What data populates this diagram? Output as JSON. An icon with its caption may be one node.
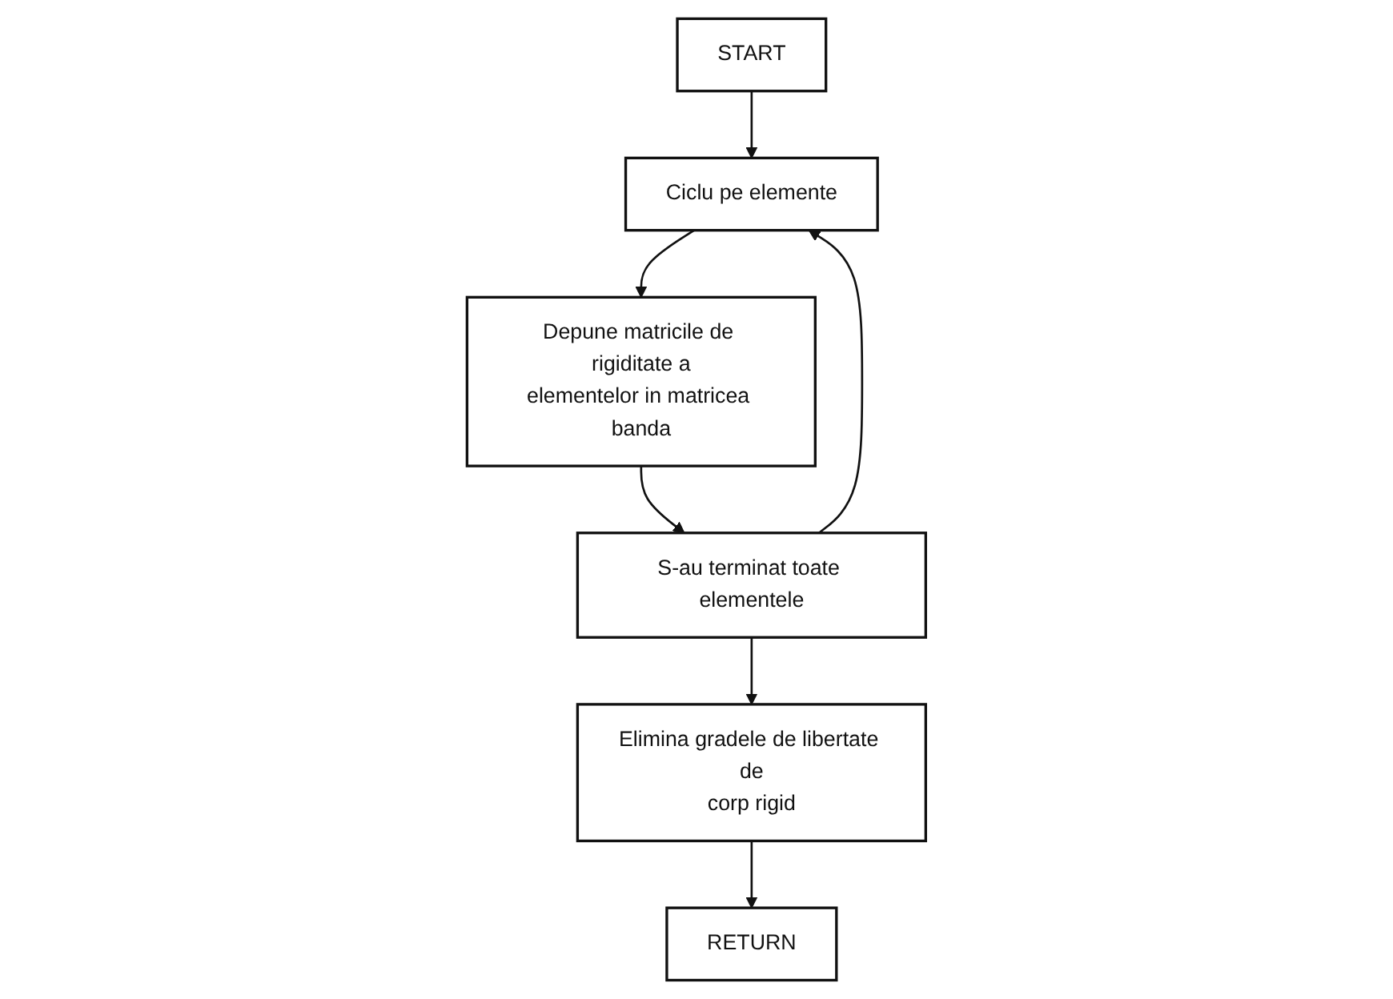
{
  "diagram": {
    "nodes": [
      {
        "text": [
          "START"
        ]
      },
      {
        "text": [
          "Ciclu pe elemente"
        ]
      },
      {
        "text": [
          "Depune matricile de rigiditate a elementelor in matricea banda"
        ]
      },
      {
        "text": [
          "S-au terminat toate elementele"
        ]
      },
      {
        "text": [
          "Elimina gradele de libertate de corp rigid"
        ]
      },
      {
        "text": [
          "RETURN"
        ]
      }
    ],
    "edges": [
      {
        "from": 0,
        "to": 1,
        "arrow": "to"
      },
      {
        "from": 1,
        "to": 2,
        "arrow": "to"
      },
      {
        "from": 2,
        "to": 3,
        "arrow": "to"
      },
      {
        "from": 3,
        "to": 4,
        "arrow": "to"
      },
      {
        "from": 3,
        "to": 1,
        "arrow": "to"
      },
      {
        "from": 4,
        "to": 5,
        "arrow": "to"
      }
    ]
  }
}
